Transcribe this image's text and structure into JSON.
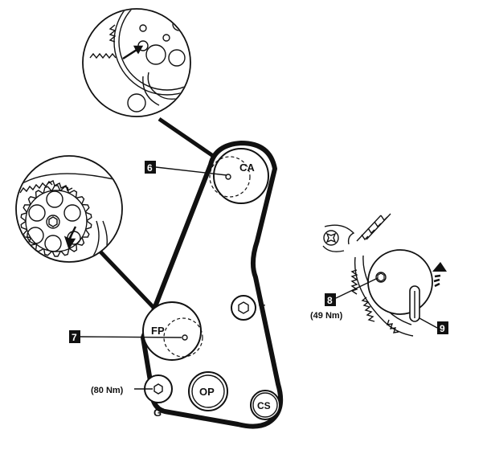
{
  "pulleys": {
    "camshaft": "CA",
    "fuel_pump": "FP",
    "tensioner": "T",
    "oil_pump": "OP",
    "crankshaft": "CS",
    "generator": "G"
  },
  "callouts": {
    "camshaft_mark": "6",
    "fuel_pump_mark": "7",
    "tensioner_bolt": "8",
    "tensioner_tool": "9"
  },
  "torques": {
    "generator": "(80 Nm)",
    "tensioner": "(49 Nm)"
  },
  "icons": {
    "rotation_arrow": "rotation-arrow-icon",
    "torx_head": "torx-bit-icon",
    "hex_bolt": "hex-bolt-icon"
  }
}
